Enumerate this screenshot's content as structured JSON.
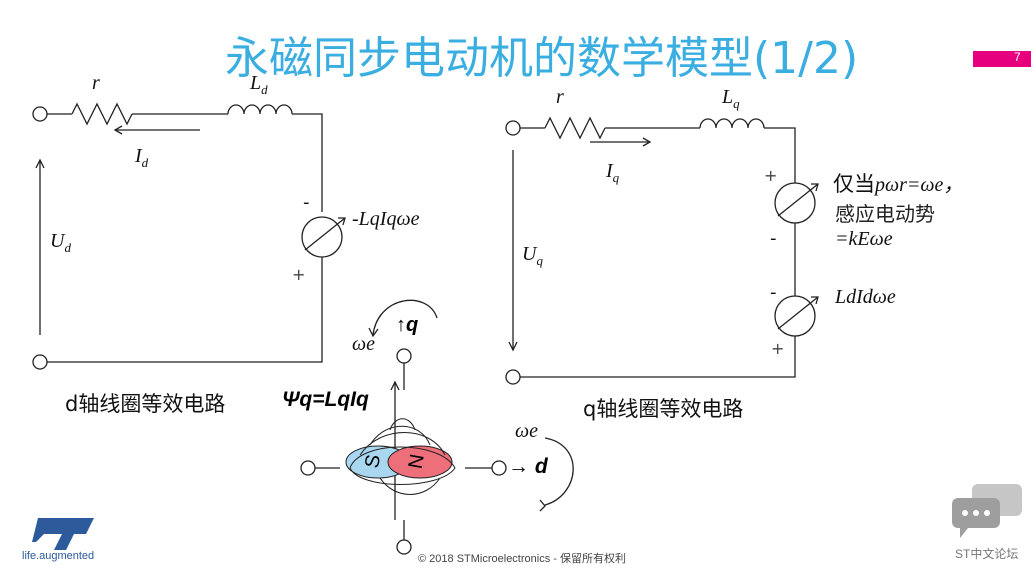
{
  "slide": {
    "title": "永磁同步电动机的数学模型(1/2)",
    "page_number": "7",
    "footer": "© 2018 STMicroelectronics - 保留所有权利",
    "logo_tagline": "life.augmented",
    "forum_label": "ST中文论坛",
    "accent_color": "#3aaee0",
    "brand_pink": "#e6007e"
  },
  "d_circuit": {
    "r": "r",
    "L": "L",
    "L_sub": "d",
    "I": "I",
    "I_sub": "d",
    "U": "U",
    "U_sub": "d",
    "minus": "-",
    "plus": "+",
    "emf": "-LqIqωe",
    "caption": "d轴线圈等效电路"
  },
  "q_circuit": {
    "r": "r",
    "L": "L",
    "L_sub": "q",
    "I": "I",
    "I_sub": "q",
    "U": "U",
    "U_sub": "q",
    "plus1": "+",
    "minus1": "-",
    "minus2": "-",
    "plus2": "+",
    "note_line1_cn": "仅当",
    "note_line1_eq": "pωr=ωe，",
    "note_line2": "感应电动势",
    "note_line3": "=kEωe",
    "emf2": "LdIdωe",
    "caption": "q轴线圈等效电路"
  },
  "rotor": {
    "q_label": "↑q",
    "omega_top": "ωe",
    "psi": "Ψq=LqIq",
    "s_label": "S",
    "n_label": "N",
    "d_label": "→ d",
    "omega_right": "ωe"
  }
}
